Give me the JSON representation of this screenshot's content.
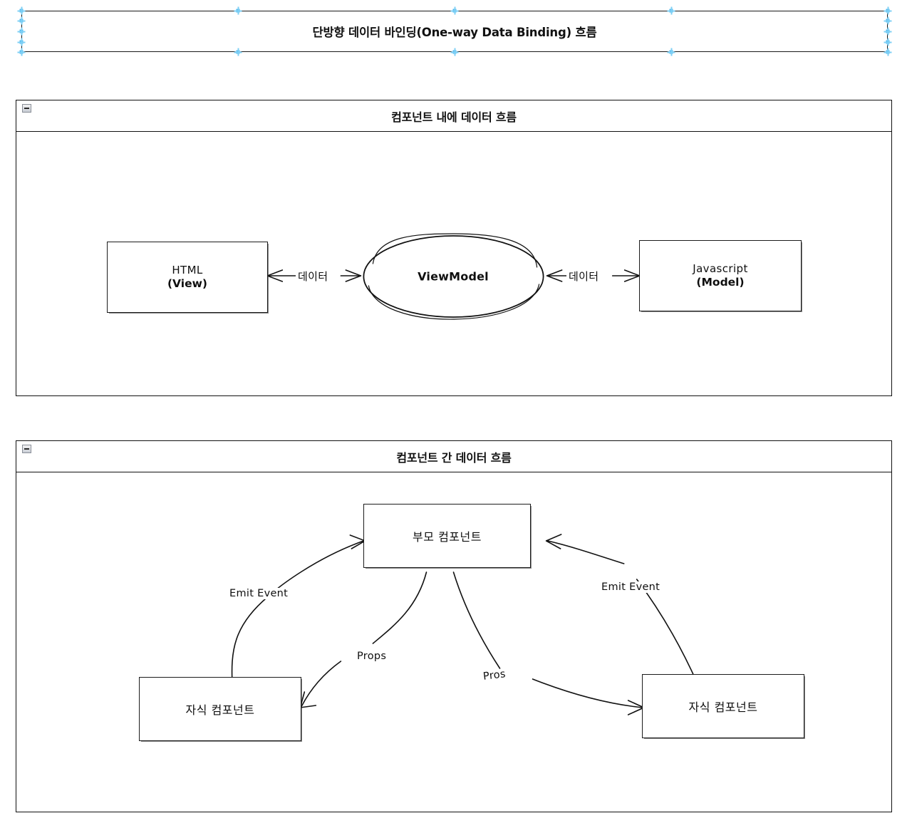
{
  "document": {
    "title": "단방향 데이터 바인딩(One-way Data Binding) 흐름",
    "selected": true
  },
  "colors": {
    "selection_handle": "#4db8ef",
    "stroke": "#121212",
    "panel_border": "#111111",
    "background": "#ffffff"
  },
  "panels": [
    {
      "id": "inner",
      "title": "컴포넌트 내에 데이터 흐름",
      "collapse_icon": "minus-icon",
      "nodes": [
        {
          "id": "html-view",
          "shape": "rect",
          "line1": "HTML",
          "line2": "(View)"
        },
        {
          "id": "viewmodel",
          "shape": "ellipse",
          "line1": "ViewModel",
          "line2": ""
        },
        {
          "id": "javascript",
          "shape": "rect",
          "line1": "Javascript",
          "line2": "(Model)"
        }
      ],
      "edges": [
        {
          "id": "view-viewmodel",
          "label": "데이터",
          "direction": "bidirectional"
        },
        {
          "id": "viewmodel-model",
          "label": "데이터",
          "direction": "bidirectional"
        }
      ]
    },
    {
      "id": "between",
      "title": "컴포넌트 간 데이터 흐름",
      "collapse_icon": "minus-icon",
      "nodes": [
        {
          "id": "parent",
          "shape": "rect",
          "line1": "부모 컴포넌트",
          "line2": ""
        },
        {
          "id": "child-left",
          "shape": "rect",
          "line1": "자식 컴포넌트",
          "line2": ""
        },
        {
          "id": "child-right",
          "shape": "rect",
          "line1": "자식 컴포넌트",
          "line2": ""
        }
      ],
      "edges": [
        {
          "id": "emit-left",
          "label": "Emit Event",
          "from": "child-left",
          "to": "parent",
          "direction": "up"
        },
        {
          "id": "props-left",
          "label": "Props",
          "from": "parent",
          "to": "child-left",
          "direction": "down"
        },
        {
          "id": "props-right",
          "label": "Pros",
          "from": "parent",
          "to": "child-right",
          "direction": "down"
        },
        {
          "id": "emit-right",
          "label": "Emit Event",
          "from": "child-right",
          "to": "parent",
          "direction": "up"
        }
      ]
    }
  ]
}
